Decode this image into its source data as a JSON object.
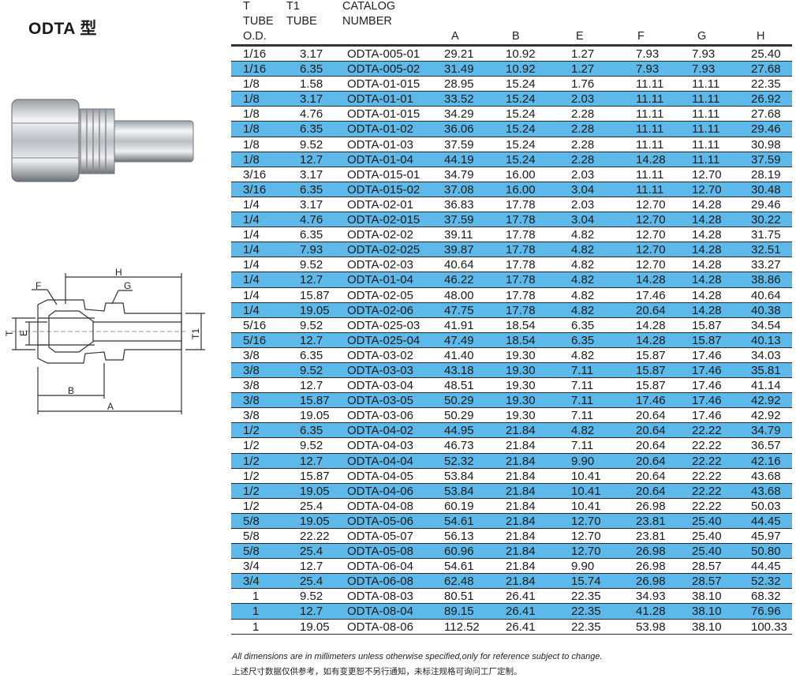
{
  "title": "ODTA 型",
  "header": {
    "t_line1": "T",
    "t_line2": "TUBE",
    "t_line3": "O.D.",
    "t1_line1": "T1",
    "t1_line2": "TUBE",
    "cat_line1": "CATALOG",
    "cat_line2": "NUMBER",
    "cols": [
      "A",
      "B",
      "E",
      "F",
      "G",
      "H"
    ]
  },
  "diagram_labels": {
    "F": "F",
    "H": "H",
    "G": "G",
    "T": "T",
    "E": "E",
    "T1": "T1",
    "B": "B",
    "A": "A"
  },
  "rows": [
    [
      "1/16",
      "3.17",
      "ODTA-005-01",
      "29.21",
      "10.92",
      "1.27",
      "7.93",
      "7.93",
      "25.40"
    ],
    [
      "1/16",
      "6.35",
      "ODTA-005-02",
      "31.49",
      "10.92",
      "1.27",
      "7.93",
      "7.93",
      "27.68"
    ],
    [
      "1/8",
      "1.58",
      "ODTA-01-015",
      "28.95",
      "15.24",
      "1.76",
      "11.11",
      "11.11",
      "22.35"
    ],
    [
      "1/8",
      "3.17",
      "ODTA-01-01",
      "33.52",
      "15.24",
      "2.03",
      "11.11",
      "11.11",
      "26.92"
    ],
    [
      "1/8",
      "4.76",
      "ODTA-01-015",
      "34.29",
      "15.24",
      "2.28",
      "11.11",
      "11.11",
      "27.68"
    ],
    [
      "1/8",
      "6.35",
      "ODTA-01-02",
      "36.06",
      "15.24",
      "2.28",
      "11.11",
      "11.11",
      "29.46"
    ],
    [
      "1/8",
      "9.52",
      "ODTA-01-03",
      "37.59",
      "15.24",
      "2.28",
      "11.11",
      "11.11",
      "30.98"
    ],
    [
      "1/8",
      "12.7",
      "ODTA-01-04",
      "44.19",
      "15.24",
      "2.28",
      "14.28",
      "11.11",
      "37.59"
    ],
    [
      "3/16",
      "3.17",
      "ODTA-015-01",
      "34.79",
      "16.00",
      "2.03",
      "11.11",
      "12.70",
      "28.19"
    ],
    [
      "3/16",
      "6.35",
      "ODTA-015-02",
      "37.08",
      "16.00",
      "3.04",
      "11.11",
      "12.70",
      "30.48"
    ],
    [
      "1/4",
      "3.17",
      "ODTA-02-01",
      "36.83",
      "17.78",
      "2.03",
      "12.70",
      "14.28",
      "29.46"
    ],
    [
      "1/4",
      "4.76",
      "ODTA-02-015",
      "37.59",
      "17.78",
      "3.04",
      "12.70",
      "14.28",
      "30.22"
    ],
    [
      "1/4",
      "6.35",
      "ODTA-02-02",
      "39.11",
      "17.78",
      "4.82",
      "12.70",
      "14.28",
      "31.75"
    ],
    [
      "1/4",
      "7.93",
      "ODTA-02-025",
      "39.87",
      "17.78",
      "4.82",
      "12.70",
      "14.28",
      "32.51"
    ],
    [
      "1/4",
      "9.52",
      "ODTA-02-03",
      "40.64",
      "17.78",
      "4.82",
      "12.70",
      "14.28",
      "33.27"
    ],
    [
      "1/4",
      "12.7",
      "ODTA-01-04",
      "46.22",
      "17.78",
      "4.82",
      "14.28",
      "14.28",
      "38.86"
    ],
    [
      "1/4",
      "15.87",
      "ODTA-02-05",
      "48.00",
      "17.78",
      "4.82",
      "17.46",
      "14.28",
      "40.64"
    ],
    [
      "1/4",
      "19.05",
      "ODTA-02-06",
      "47.75",
      "17.78",
      "4.82",
      "20.64",
      "14.28",
      "40.38"
    ],
    [
      "5/16",
      "9.52",
      "ODTA-025-03",
      "41.91",
      "18.54",
      "6.35",
      "14.28",
      "15.87",
      "34.54"
    ],
    [
      "5/16",
      "12.7",
      "ODTA-025-04",
      "47.49",
      "18.54",
      "6.35",
      "14.28",
      "15.87",
      "40.13"
    ],
    [
      "3/8",
      "6.35",
      "ODTA-03-02",
      "41.40",
      "19.30",
      "4.82",
      "15.87",
      "17.46",
      "34.03"
    ],
    [
      "3/8",
      "9.52",
      "ODTA-03-03",
      "43.18",
      "19.30",
      "7.11",
      "15.87",
      "17.46",
      "35.81"
    ],
    [
      "3/8",
      "12.7",
      "ODTA-03-04",
      "48.51",
      "19.30",
      "7.11",
      "15.87",
      "17.46",
      "41.14"
    ],
    [
      "3/8",
      "15.87",
      "ODTA-03-05",
      "50.29",
      "19.30",
      "7.11",
      "17.46",
      "17.46",
      "42.92"
    ],
    [
      "3/8",
      "19.05",
      "ODTA-03-06",
      "50.29",
      "19.30",
      "7.11",
      "20.64",
      "17.46",
      "42.92"
    ],
    [
      "1/2",
      "6.35",
      "ODTA-04-02",
      "44.95",
      "21.84",
      "4.82",
      "20.64",
      "22.22",
      "34.79"
    ],
    [
      "1/2",
      "9.52",
      "ODTA-04-03",
      "46.73",
      "21.84",
      "7.11",
      "20.64",
      "22.22",
      "36.57"
    ],
    [
      "1/2",
      "12.7",
      "ODTA-04-04",
      "52.32",
      "21.84",
      "9.90",
      "20.64",
      "22.22",
      "42.16"
    ],
    [
      "1/2",
      "15.87",
      "ODTA-04-05",
      "53.84",
      "21.84",
      "10.41",
      "20.64",
      "22.22",
      "43.68"
    ],
    [
      "1/2",
      "19.05",
      "ODTA-04-06",
      "53.84",
      "21.84",
      "10.41",
      "20.64",
      "22.22",
      "43.68"
    ],
    [
      "1/2",
      "25.4",
      "ODTA-04-08",
      "60.19",
      "21.84",
      "10.41",
      "26.98",
      "22.22",
      "50.03"
    ],
    [
      "5/8",
      "19.05",
      "ODTA-05-06",
      "54.61",
      "21.84",
      "12.70",
      "23.81",
      "25.40",
      "44.45"
    ],
    [
      "5/8",
      "22.22",
      "ODTA-05-07",
      "56.13",
      "21.84",
      "12.70",
      "23.81",
      "25.40",
      "45.97"
    ],
    [
      "5/8",
      "25.4",
      "ODTA-05-08",
      "60.96",
      "21.84",
      "12.70",
      "26.98",
      "25.40",
      "50.80"
    ],
    [
      "3/4",
      "12.7",
      "ODTA-06-04",
      "54.61",
      "21.84",
      "9.90",
      "26.98",
      "28.57",
      "44.45"
    ],
    [
      "3/4",
      "25.4",
      "ODTA-06-08",
      "62.48",
      "21.84",
      "15.74",
      "26.98",
      "28.57",
      "52.32"
    ],
    [
      "1",
      "9.52",
      "ODTA-08-03",
      "80.51",
      "26.41",
      "22.35",
      "34.93",
      "38.10",
      "68.32"
    ],
    [
      "1",
      "12.7",
      "ODTA-08-04",
      "89.15",
      "26.41",
      "22.35",
      "41.28",
      "38.10",
      "76.96"
    ],
    [
      "1",
      "19.05",
      "ODTA-08-06",
      "112.52",
      "26.41",
      "22.35",
      "53.98",
      "38.10",
      "100.33"
    ]
  ],
  "footer": {
    "english": "All dimensions are in millimeters unless otherwise specified,only for reference subject to change.",
    "chinese": "上述尺寸数据仅供参考，如有变更恕不另行通知，未标注规格可询问工厂定制。"
  },
  "colors": {
    "stripe": "#5cb9e9",
    "rule": "#2a2a2a"
  }
}
